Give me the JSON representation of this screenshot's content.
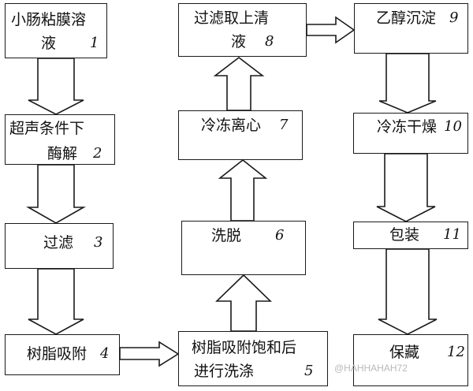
{
  "steps": [
    {
      "label": "小肠粘膜溶",
      "label2": "液",
      "num": "1"
    },
    {
      "label": "超声条件下",
      "label2": "酶解",
      "num": "2"
    },
    {
      "label": "过滤",
      "num": "3"
    },
    {
      "label": "树脂吸附",
      "num": "4"
    },
    {
      "label": "树脂吸附饱和后",
      "label2": "进行洗涤",
      "num": "5"
    },
    {
      "label": "洗脱",
      "num": "6"
    },
    {
      "label": "冷冻离心",
      "num": "7"
    },
    {
      "label": "过滤取上清",
      "label2": "液",
      "num": "8"
    },
    {
      "label": "乙醇沉淀",
      "num": "9"
    },
    {
      "label": "冷冻干燥",
      "num": "10"
    },
    {
      "label": "包装",
      "num": "11"
    },
    {
      "label": "保藏",
      "num": "12"
    }
  ],
  "watermark": "@HAHHAHAH72"
}
